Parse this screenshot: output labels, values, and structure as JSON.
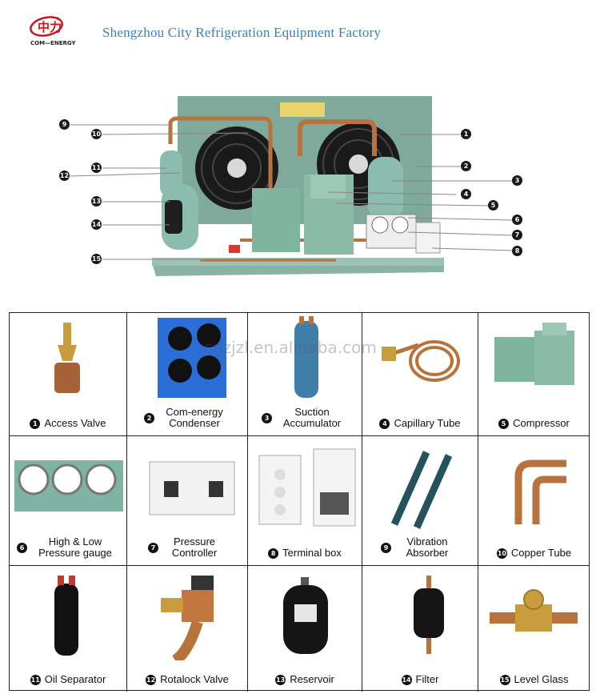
{
  "header": {
    "logo_text": "COM—ENERGY",
    "logo_chinese": "中力",
    "title": "Shengzhou City Refrigeration Equipment Factory"
  },
  "watermark": "cnzjzl.en.alibaba.com",
  "callouts": [
    "1",
    "2",
    "3",
    "4",
    "5",
    "6",
    "7",
    "8",
    "9",
    "10",
    "11",
    "12",
    "13",
    "14",
    "15"
  ],
  "parts": [
    {
      "num": "1",
      "label": "Access Valve"
    },
    {
      "num": "2",
      "label": "Com-energy Condenser"
    },
    {
      "num": "3",
      "label": "Suction Accumulator"
    },
    {
      "num": "4",
      "label": "Capillary Tube"
    },
    {
      "num": "5",
      "label": "Compressor"
    },
    {
      "num": "6",
      "label": "High & Low Pressure gauge"
    },
    {
      "num": "7",
      "label": "Pressure Controller"
    },
    {
      "num": "8",
      "label": "Terminal box"
    },
    {
      "num": "9",
      "label": "Vibration Absorber"
    },
    {
      "num": "10",
      "label": "Copper Tube"
    },
    {
      "num": "11",
      "label": "Oil Separator"
    },
    {
      "num": "12",
      "label": "Rotalock Valve"
    },
    {
      "num": "13",
      "label": "Reservoir"
    },
    {
      "num": "14",
      "label": "Filter"
    },
    {
      "num": "15",
      "label": "Level Glass"
    }
  ]
}
